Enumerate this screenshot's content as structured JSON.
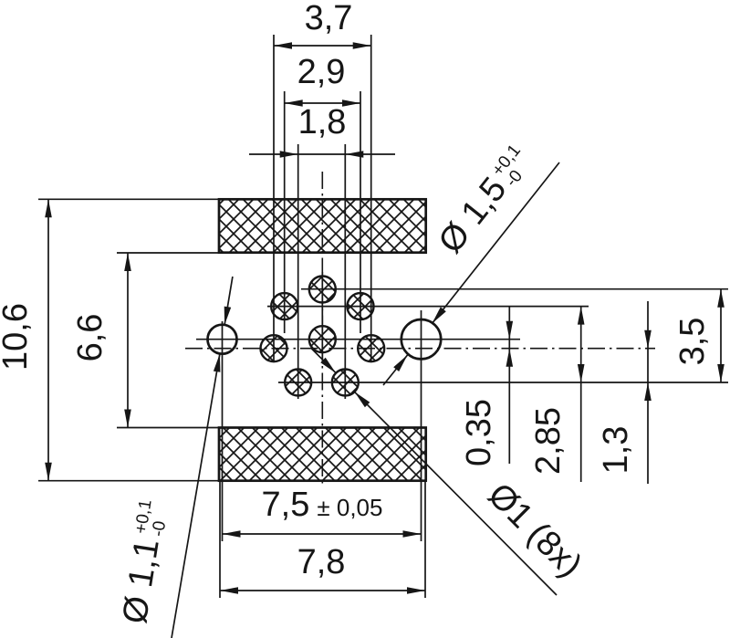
{
  "drawing": {
    "background": "#ffffff",
    "line_color": "#161616",
    "dimensions": {
      "top": [
        {
          "label": "3,7"
        },
        {
          "label": "2,9"
        },
        {
          "label": "1,8"
        }
      ],
      "left": [
        {
          "label": "10,6"
        },
        {
          "label": "6,6"
        }
      ],
      "right": [
        {
          "label": "0,35"
        },
        {
          "label": "2,85"
        },
        {
          "label": "1,3"
        },
        {
          "label": "3,5"
        }
      ],
      "bottom": [
        {
          "label": "7,5",
          "tolerance": "± 0,05"
        },
        {
          "label": "7,8"
        }
      ]
    },
    "callouts": [
      {
        "label": "Ø 1,5",
        "tol_upper": "+0,1",
        "tol_lower": "-0"
      },
      {
        "label": "Ø 1,1",
        "tol_upper": "+0,1",
        "tol_lower": "-0"
      },
      {
        "label": "Ø1 (8x)"
      }
    ]
  }
}
